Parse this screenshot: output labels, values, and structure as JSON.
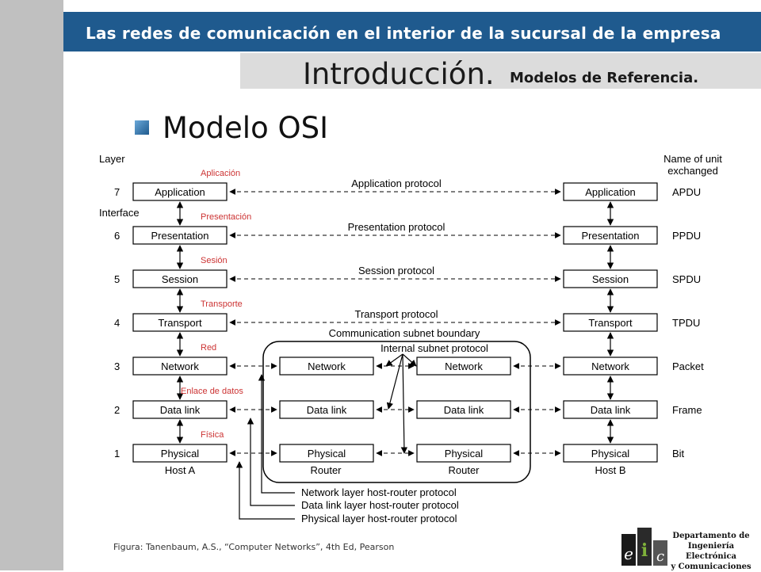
{
  "header": {
    "title": "Las redes de comunicación  en el interior de la sucursal de la empresa",
    "subtitle_main": "Introducción.",
    "subtitle_small": "Modelos de Referencia."
  },
  "section": {
    "heading": "Modelo OSI"
  },
  "figure": {
    "layer_label": "Layer",
    "interface_label": "Interface",
    "unit_header_line1": "Name of unit",
    "unit_header_line2": "exchanged",
    "layers": [
      {
        "num": "7",
        "name": "Application",
        "unit": "APDU",
        "protocol": "Application protocol",
        "spanish": "Aplicación"
      },
      {
        "num": "6",
        "name": "Presentation",
        "unit": "PPDU",
        "protocol": "Presentation protocol",
        "spanish": "Presentación"
      },
      {
        "num": "5",
        "name": "Session",
        "unit": "SPDU",
        "protocol": "Session protocol",
        "spanish": "Sesión"
      },
      {
        "num": "4",
        "name": "Transport",
        "unit": "TPDU",
        "protocol": "Transport protocol",
        "spanish": "Transporte"
      },
      {
        "num": "3",
        "name": "Network",
        "unit": "Packet",
        "protocol": "",
        "spanish": "Red"
      },
      {
        "num": "2",
        "name": "Data link",
        "unit": "Frame",
        "protocol": "",
        "spanish": "Enlace de datos"
      },
      {
        "num": "1",
        "name": "Physical",
        "unit": "Bit",
        "protocol": "",
        "spanish": "Física"
      }
    ],
    "subnet_boundary_label": "Communication subnet boundary",
    "internal_protocol_label": "Internal subnet protocol",
    "router_layers": [
      "Network",
      "Data link",
      "Physical"
    ],
    "host_a": "Host A",
    "host_b": "Host B",
    "router_label": "Router",
    "host_router_protocols": [
      "Network layer host-router protocol",
      "Data link layer host-router protocol",
      "Physical layer host-router protocol"
    ]
  },
  "caption": "Figura: Tanenbaum, A.S., “Computer Networks”, 4th Ed, Pearson",
  "department": {
    "line1": "Departamento de",
    "line2": "Ingeniería Electrónica",
    "line3": "y Comunicaciones"
  },
  "colors": {
    "header_bg": "#1f5a8e",
    "spanish_label": "#cc3333"
  }
}
